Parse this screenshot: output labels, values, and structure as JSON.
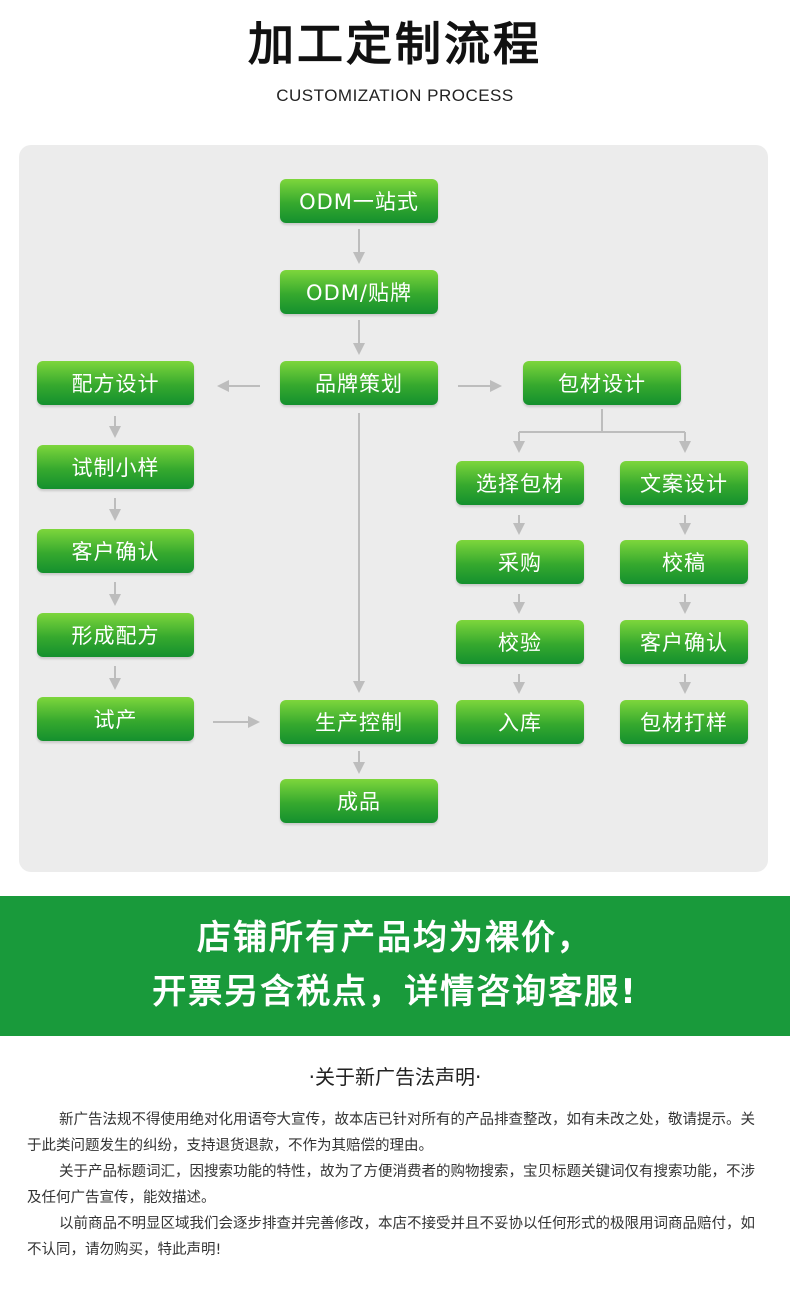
{
  "header": {
    "title": "加工定制流程",
    "subtitle": "CUSTOMIZATION PROCESS"
  },
  "flow": {
    "center": [
      "ODM一站式",
      "ODM/贴牌",
      "品牌策划",
      "生产控制",
      "成品"
    ],
    "left": [
      "配方设计",
      "试制小样",
      "客户确认",
      "形成配方",
      "试产"
    ],
    "right_header": "包材设计",
    "right_a": [
      "选择包材",
      "采购",
      "校验",
      "入库"
    ],
    "right_b": [
      "文案设计",
      "校稿",
      "客户确认",
      "包材打样"
    ]
  },
  "banner": {
    "line1": "店铺所有产品均为裸价，",
    "line2": "开票另含税点，详情咨询客服!"
  },
  "declaration": {
    "title": "·关于新广告法声明·",
    "paragraphs": [
      "新广告法规不得使用绝对化用语夸大宣传，故本店已针对所有的产品排查整改，如有未改之处，敬请提示。关于此类问题发生的纠纷，支持退货退款，不作为其赔偿的理由。",
      "关于产品标题词汇，因搜索功能的特性，故为了方便消费者的购物搜索，宝贝标题关键词仅有搜索功能，不涉及任何广告宣传，能效描述。",
      "以前商品不明显区域我们会逐步排查并完善修改，本店不接受并且不妥协以任何形式的极限用词商品赔付，如不认同，请勿购买，特此声明!"
    ]
  },
  "colors": {
    "node_top": "#7dd63c",
    "node_bottom": "#14902e",
    "banner": "#199a3b",
    "panel": "#ececec",
    "arrow": "#bdbdbd"
  }
}
